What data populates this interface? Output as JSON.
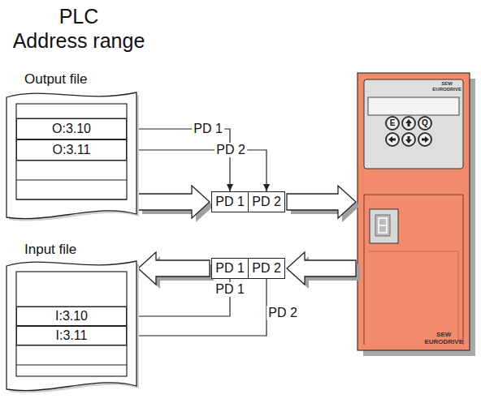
{
  "diagram": {
    "title": "PLC",
    "nodes": [
      {
        "text": [
          "Output file"
        ]
      },
      {
        "text": [
          "O:3.10"
        ],
        "in": 0
      },
      {
        "text": [
          "O:3.11"
        ],
        "in": 0
      },
      {
        "text": [
          "PD 1"
        ]
      },
      {
        "text": [
          "PD 2"
        ]
      },
      {
        "text": [
          "SEW EURODRIVE",
          "SEW EURODRIVE"
        ]
      },
      {
        "text": [
          "Input file"
        ]
      },
      {
        "text": [
          "PD 1"
        ]
      },
      {
        "text": [
          "PD 2"
        ]
      },
      {
        "text": [
          "I:3.10"
        ],
        "in": 6
      },
      {
        "text": [
          "I:3.11"
        ],
        "in": 6
      }
    ],
    "edges": [
      {
        "from": 1,
        "to": 3,
        "arrow": "to",
        "label": "PD 1"
      },
      {
        "from": 2,
        "to": 4,
        "arrow": "to",
        "label": "PD 2"
      },
      {
        "from": 0,
        "to": 3,
        "arrow": "to"
      },
      {
        "from": 4,
        "to": 5,
        "arrow": "to"
      },
      {
        "from": 5,
        "to": 8,
        "arrow": "to"
      },
      {
        "from": 7,
        "to": 6,
        "arrow": "to"
      },
      {
        "from": 7,
        "to": 9,
        "arrow": "to",
        "label": "PD 1"
      },
      {
        "from": 8,
        "to": 10,
        "arrow": "to",
        "label": "PD 2"
      }
    ],
    "labels": [
      "Address range",
      "E",
      "Q"
    ]
  }
}
